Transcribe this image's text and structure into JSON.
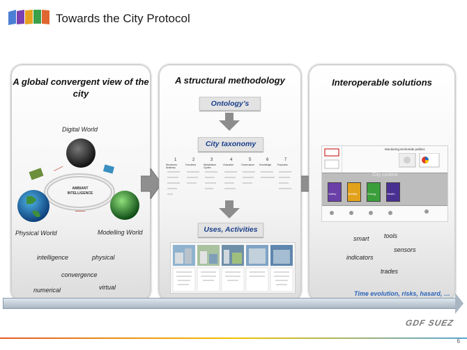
{
  "header": {
    "title": "Towards the City Protocol"
  },
  "panels": [
    {
      "heading": "A global convergent view of the city",
      "labels": {
        "digital": "Digital World",
        "physical": "Physical World",
        "modelling": "Modelling World",
        "center": "AMBIANT INTELLIGENCE"
      },
      "keywords": [
        "intelligence",
        "physical",
        "convergence",
        "numerical",
        "virtual"
      ]
    },
    {
      "heading": "A structural methodology",
      "steps": [
        "Ontology’s",
        "City taxonomy",
        "Uses, Activities"
      ],
      "taxonomy_numbers": [
        "1",
        "2",
        "3",
        "4",
        "5",
        "6",
        "7"
      ],
      "taxonomy_columns": [
        "Structures Anatomy",
        "Functions",
        "Metabolism Cycles",
        "Character",
        "Governance",
        "Knowledge",
        "Purposes"
      ]
    },
    {
      "heading": "Interoperable solutions",
      "dashboard": {
        "monitoring": "Monitoring territoriale publics",
        "city_context": "City context",
        "modules": [
          "Safety",
          "Mobility",
          "Energy",
          "Health"
        ]
      },
      "keywords": [
        "smart",
        "tools",
        "sensors",
        "indicators",
        "trades"
      ]
    }
  ],
  "timeline": {
    "label": "Time evolution, risks, hasard, …"
  },
  "footer": {
    "brand": "GDF SUEZ",
    "page": "6"
  },
  "colors": {
    "step_text": "#1a3f8a",
    "timeline_text": "#2a63b8",
    "accent_bar": [
      "#e05a2a",
      "#f2c200",
      "#58a6d6"
    ]
  }
}
